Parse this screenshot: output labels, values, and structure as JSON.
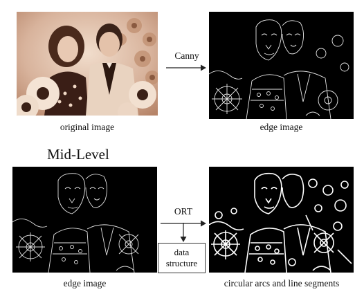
{
  "top_row": {
    "original_caption": "original image",
    "arrow_label": "Canny",
    "edge_caption": "edge image"
  },
  "mid_heading": "Mid-Level",
  "bottom_row": {
    "edge_caption": "edge image",
    "arrow_label": "ORT",
    "box_line1": "data",
    "box_line2": "structure",
    "result_caption": "circular arcs and line segments"
  }
}
